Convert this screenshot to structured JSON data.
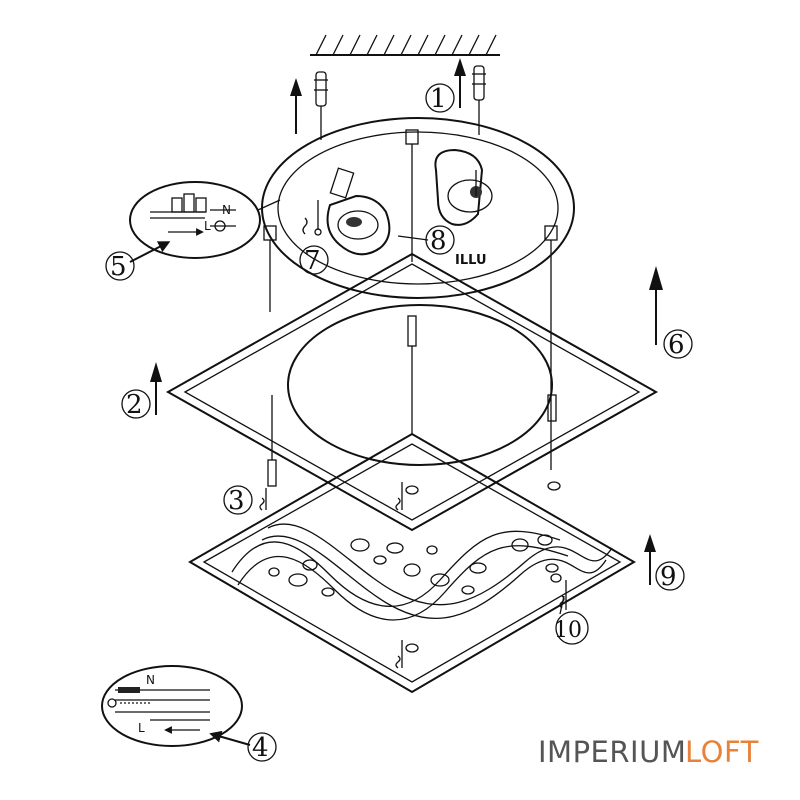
{
  "callouts": [
    "1",
    "2",
    "3",
    "4",
    "5",
    "6",
    "7",
    "8",
    "9",
    "10"
  ],
  "wiring_top": {
    "n_label": "N",
    "l_label": "L"
  },
  "wiring_bottom": {
    "n_label": "N",
    "l_label": "L"
  },
  "bulb_brand": "ILLU",
  "watermark": {
    "part1": "IMPERIUM",
    "part2": "LOFT",
    "color1": "#555555",
    "color2": "#e8823a"
  },
  "colors": {
    "line": "#111111",
    "stipple": "#555555"
  }
}
